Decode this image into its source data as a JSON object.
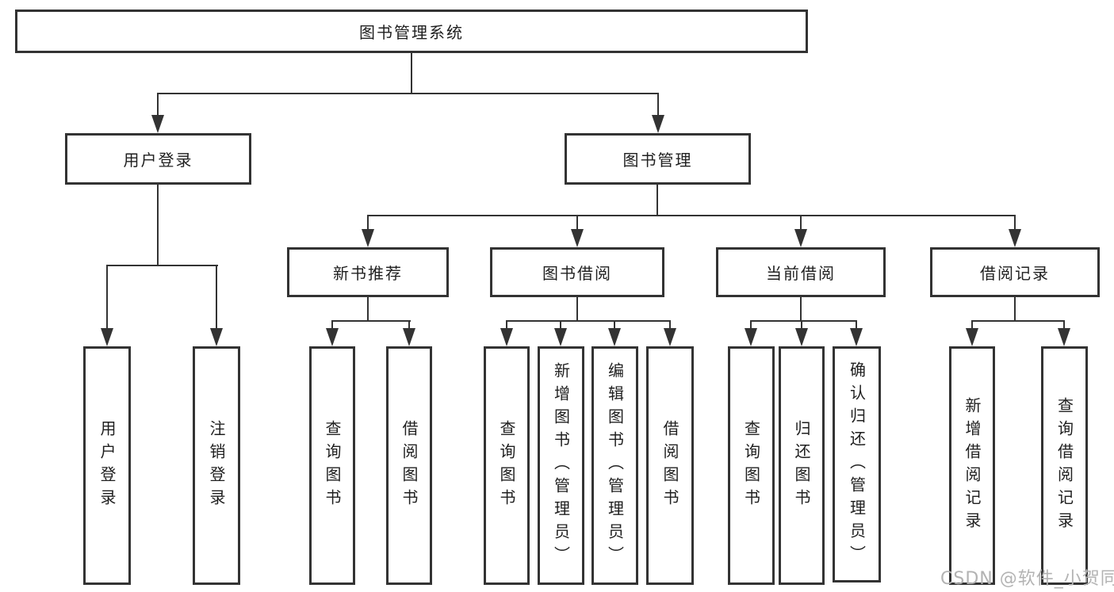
{
  "diagram": {
    "title": "图书管理系统",
    "nodes": {
      "root": "图书管理系统",
      "user_login": "用户登录",
      "book_mgmt": "图书管理",
      "new_book_rec": "新书推荐",
      "book_borrow": "图书借阅",
      "current_borrow": "当前借阅",
      "borrow_records": "借阅记录",
      "leaf_user_login": "用户登录",
      "leaf_logout": "注销登录",
      "leaf_query_books_a": "查询图书",
      "leaf_borrow_books_a": "借阅图书",
      "leaf_query_books_b": "查询图书",
      "leaf_add_book_admin": "新增图书（管理员）",
      "leaf_edit_book_admin": "编辑图书（管理员）",
      "leaf_borrow_books_b": "借阅图书",
      "leaf_query_books_c": "查询图书",
      "leaf_return_books": "归还图书",
      "leaf_confirm_return_admin": "确认归还（管理员）",
      "leaf_add_borrow_record": "新增借阅记录",
      "leaf_query_borrow_record": "查询借阅记录"
    },
    "colors": {
      "line": "#333333",
      "text": "#1f1f1f",
      "watermark": "#b3b3b3",
      "background": "#ffffff"
    }
  },
  "watermark": "CSDN @软件_小贺同学"
}
